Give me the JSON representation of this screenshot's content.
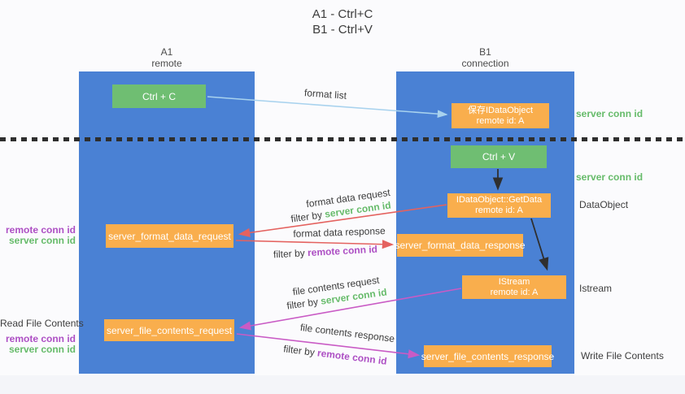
{
  "title": {
    "line1": "A1 - Ctrl+C",
    "line2": "B1 - Ctrl+V"
  },
  "lifelines": {
    "a1": {
      "name": "A1",
      "subtitle": "remote"
    },
    "b1": {
      "name": "B1",
      "subtitle": "connection"
    }
  },
  "nodes": {
    "ctrl_c": {
      "label": "Ctrl + C"
    },
    "save_dataobject": {
      "line1": "保存IDataObject",
      "line2": "remote id: A"
    },
    "ctrl_v": {
      "label": "Ctrl + V"
    },
    "getdata": {
      "line1": "IDataObject::GetData",
      "line2": "remote id: A"
    },
    "server_format_data_request": {
      "label": "server_format_data_request"
    },
    "server_format_data_response": {
      "label": "server_format_data_response"
    },
    "istream": {
      "line1": "IStream",
      "line2": "remote id: A"
    },
    "server_file_contents_request": {
      "label": "server_file_contents_request"
    },
    "server_file_contents_response": {
      "label": "server_file_contents_response"
    }
  },
  "flows": {
    "format_list": {
      "label": "format list"
    },
    "format_data_request": {
      "label": "format data request",
      "filter_prefix": "filter by ",
      "filter_term": "server conn id"
    },
    "format_data_response": {
      "label": "format data response",
      "filter_prefix": "filter by ",
      "filter_term": "remote conn id"
    },
    "file_contents_request": {
      "label": "file contents request",
      "filter_prefix": "filter by ",
      "filter_term": "server conn id"
    },
    "file_contents_response": {
      "label": "file contents response",
      "filter_prefix": "filter by ",
      "filter_term": "remote conn id"
    }
  },
  "annotations": {
    "right": {
      "server_conn_id_top": "server conn id",
      "server_conn_id_mid": "server conn id",
      "dataobject": "DataObject",
      "istream": "Istream",
      "write_file_contents": "Write File Contents"
    },
    "left": {
      "group1": {
        "remote_conn_id": "remote conn id",
        "server_conn_id": "server conn id"
      },
      "read_file_contents": "Read File Contents",
      "group2": {
        "remote_conn_id": "remote conn id",
        "server_conn_id": "server conn id"
      }
    }
  },
  "colors": {
    "lifeline_blue": "#4a81d4",
    "action_green": "#6fbe72",
    "message_orange": "#f9ae4d",
    "arrow_lightblue": "#a8d2ee",
    "arrow_red": "#e4625f",
    "arrow_magenta": "#c95bc5",
    "arrow_black": "#2f2f2f",
    "term_green": "#66bb6a",
    "term_purple": "#ad4fc4"
  }
}
